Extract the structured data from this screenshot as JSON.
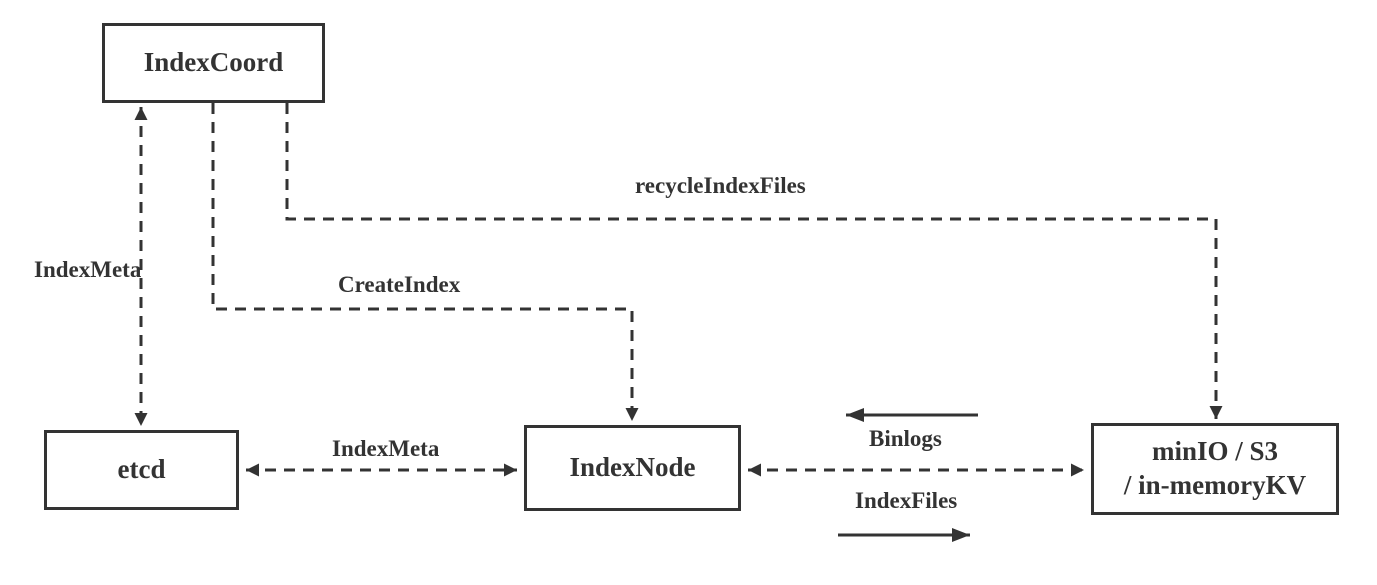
{
  "nodes": {
    "index_coord": {
      "label": "IndexCoord"
    },
    "etcd": {
      "label": "etcd"
    },
    "index_node": {
      "label": "IndexNode"
    },
    "storage": {
      "line1": "minIO / S3",
      "line2": "/ in-memoryKV"
    }
  },
  "edge_labels": {
    "index_meta_coord_etcd": "IndexMeta",
    "create_index": "CreateIndex",
    "recycle_index_files": "recycleIndexFiles",
    "index_meta_etcd_indexnode": "IndexMeta",
    "binlogs": "Binlogs",
    "index_files": "IndexFiles"
  },
  "colors": {
    "line": "#333333",
    "text": "#333333",
    "node_fill": "#ffffff",
    "background": "#ffffff"
  }
}
